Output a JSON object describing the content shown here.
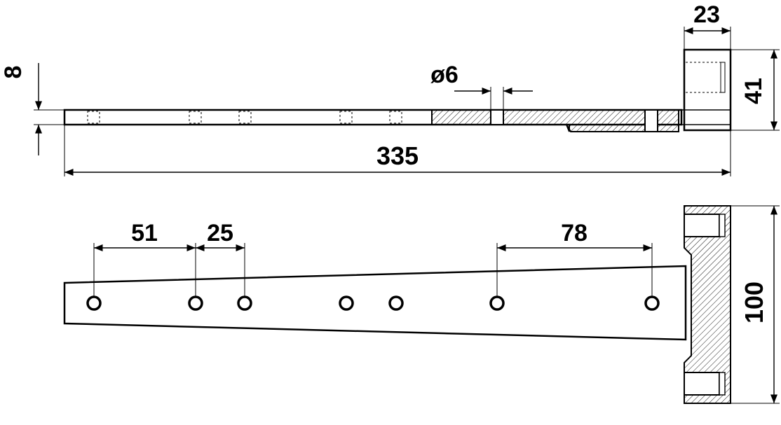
{
  "dimensions": {
    "thickness": "8",
    "length": "335",
    "hole_diameter": "ø6",
    "knuckle_width": "23",
    "knuckle_height": "41",
    "spacing_1": "51",
    "spacing_2": "25",
    "spacing_3": "78",
    "leaf_height": "100"
  },
  "colors": {
    "line": "#000000",
    "background": "#ffffff"
  }
}
